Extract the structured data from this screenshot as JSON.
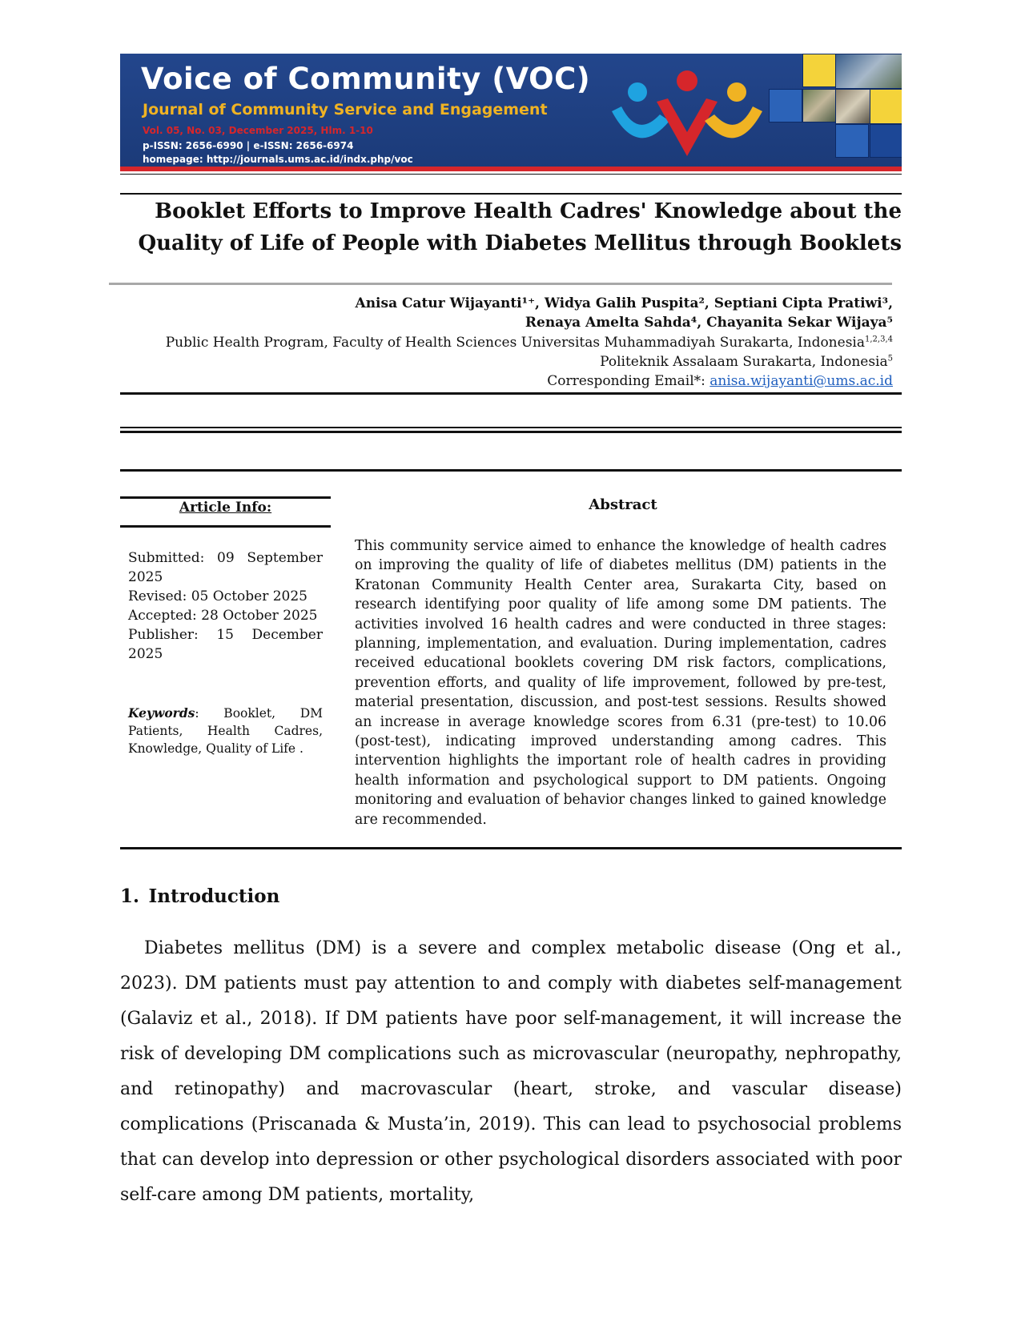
{
  "banner": {
    "title": "Voice of Community (VOC)",
    "subtitle": "Journal of Community Service and Engagement",
    "volume": "Vol. 05, No. 03, December 2025, Hlm. 1-10",
    "issn": "p-ISSN: 2656-6990 | e-ISSN: 2656-6974",
    "homepage": "homepage: http://journals.ums.ac.id/indx.php/voc",
    "colors": {
      "navy": "#1b3a78",
      "gold": "#f0b323",
      "red": "#d6262b",
      "blue": "#1fa3e0"
    }
  },
  "article": {
    "title": "Booklet Efforts to Improve Health Cadres' Knowledge about the Quality of Life of People with Diabetes Mellitus through Booklets",
    "authors_line1": "Anisa Catur Wijayanti¹⁺, Widya Galih Puspita², Septiani Cipta Pratiwi³,",
    "authors_line2": "Renaya Amelta Sahda⁴, Chayanita Sekar Wijaya⁵",
    "affiliation1": "Public Health Program, Faculty of Health Sciences Universitas Muhammadiyah Surakarta, Indonesia",
    "affiliation1_sup": "1,2,3,4",
    "affiliation2": "Politeknik Assalaam Surakarta, Indonesia",
    "affiliation2_sup": "5",
    "email_label": "Corresponding Email*: ",
    "email": "anisa.wijayanti@ums.ac.id"
  },
  "info": {
    "heading": "Article Info:",
    "lines": [
      "Submitted: 09 September",
      "2025",
      "Revised: 05 October 2025",
      "Accepted: 28 October 2025",
      "Publisher: 15 December",
      "2025"
    ],
    "keywords_label": "Keywords",
    "keywords": ": Booklet, DM Patients, Health Cadres, Knowledge, Quality of Life ."
  },
  "abstract": {
    "heading": "Abstract",
    "text": "This community service aimed to enhance the knowledge of health cadres on improving the quality of life of diabetes mellitus (DM) patients in the Kratonan Community Health Center area, Surakarta City, based on research identifying poor quality of life among some DM patients. The activities involved 16 health cadres and were conducted in three stages: planning, implementation, and evaluation. During implementation, cadres received educational booklets covering DM risk factors, complications, prevention efforts, and quality of life improvement, followed by pre-test, material presentation, discussion, and post-test sessions. Results showed an increase in average knowledge scores from 6.31 (pre-test) to 10.06 (post-test), indicating improved understanding among cadres. This intervention highlights the important role of health cadres in providing health information and psychological support to DM patients. Ongoing monitoring and evaluation of behavior changes linked to gained knowledge are recommended."
  },
  "introduction": {
    "heading": "1. Introduction",
    "text": "Diabetes mellitus (DM) is a severe and complex metabolic disease (Ong et al., 2023). DM patients must pay attention to and comply with diabetes self-management (Galaviz et al., 2018). If DM patients have poor self-management, it will increase the risk of developing DM complications such as microvascular (neuropathy, nephropathy, and retinopathy) and macrovascular (heart, stroke, and vascular disease) complications (Priscanada & Musta’in, 2019). This can lead to psychosocial problems that can develop into depression or other psychological disorders associated with poor self-care among DM patients, mortality,"
  }
}
